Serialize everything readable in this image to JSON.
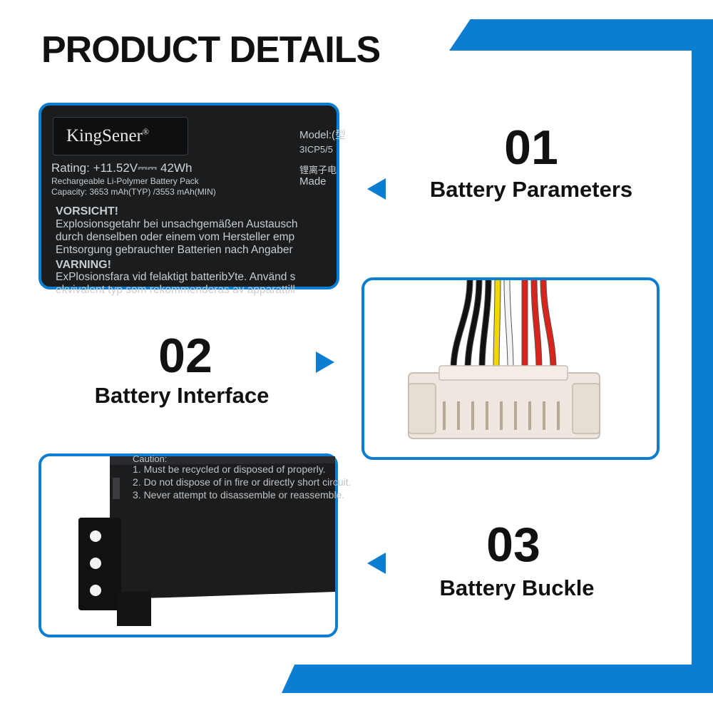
{
  "header": {
    "title": "PRODUCT DETAILS"
  },
  "battery_label": {
    "brand": "KingSener",
    "brand_mark": "®",
    "model": "Model:(型",
    "model_code": "3ICP5/5",
    "li_ion_cn": "锂离子电",
    "made": "Made",
    "rating": "Rating: +11.52V⎓⎓ 42Wh",
    "pack_type": "Rechargeable Li-Polymer Battery Pack",
    "capacity": "Capacity: 3653 mAh(TYP) /3553 mAh(MIN)",
    "warning_de_title": "VORSICHT!",
    "warning_de_1": "Explosionsgetahr bei unsachgemäßen Austausch",
    "warning_de_2": "durch denselben oder einem vom Hersteller emp",
    "warning_de_3": "Entsorgung gebrauchter Batterien nach Angaber",
    "warning_sv_title": "VARNING!",
    "warning_sv_1": "ExPlosionsfara vid felaktigt batteribУte. Använd s",
    "warning_sv_2": "ekvivalent typ som rekommenderas av apparattill"
  },
  "buckle_label": {
    "caution": "Caution:",
    "line1": "1. Must be recycled or disposed of properly.",
    "line2": "2. Do not dispose of in fire or directly short circuit.",
    "line3": "3. Never attempt to disassemble or reassemble."
  },
  "sections": [
    {
      "number": "01",
      "caption": "Battery Parameters"
    },
    {
      "number": "02",
      "caption": "Battery Interface"
    },
    {
      "number": "03",
      "caption": "Battery Buckle"
    }
  ],
  "colors": {
    "accent": "#0c7ed2",
    "text": "#111111",
    "battery_black": "#1a1c1e",
    "connector": "#efe7df"
  },
  "icons": {
    "arrow_left": "triangle-left-icon",
    "arrow_right": "triangle-right-icon"
  },
  "wires": [
    "#111111",
    "#111111",
    "#111111",
    "#f2d600",
    "#f4f4f4",
    "#d9241c",
    "#d9241c",
    "#d9241c"
  ]
}
